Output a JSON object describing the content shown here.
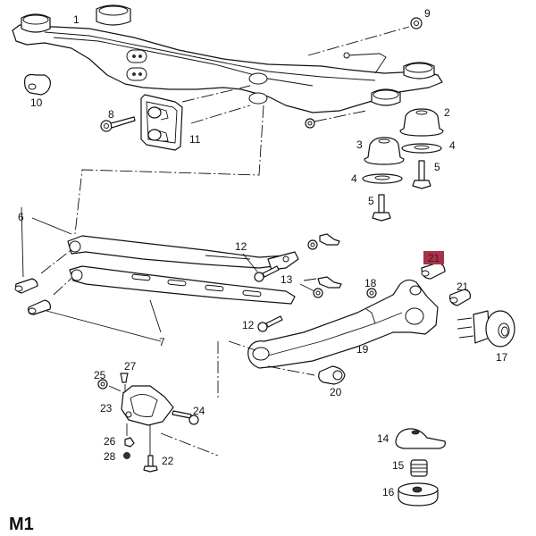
{
  "diagram": {
    "title": "M1",
    "highlight_color": "#a3344a",
    "callouts": [
      {
        "id": "1",
        "text": "1",
        "part": "rear-axle-crossmember"
      },
      {
        "id": "2",
        "text": "2",
        "part": "upper-mount-bushing"
      },
      {
        "id": "3",
        "text": "3",
        "part": "lower-mount-bushing"
      },
      {
        "id": "4a",
        "text": "4",
        "part": "washer-right"
      },
      {
        "id": "4b",
        "text": "4",
        "part": "washer-left"
      },
      {
        "id": "5a",
        "text": "5",
        "part": "bolt-right"
      },
      {
        "id": "5b",
        "text": "5",
        "part": "bolt-left"
      },
      {
        "id": "6",
        "text": "6",
        "part": "link-bushing"
      },
      {
        "id": "7",
        "text": "7",
        "part": "lower-control-arm"
      },
      {
        "id": "8",
        "text": "8",
        "part": "mount-bolt"
      },
      {
        "id": "9",
        "text": "9",
        "part": "nut"
      },
      {
        "id": "10",
        "text": "10",
        "part": "crossmember-bushing"
      },
      {
        "id": "11",
        "text": "11",
        "part": "mounting-plate"
      },
      {
        "id": "12a",
        "text": "12",
        "part": "arm-bolt-upper"
      },
      {
        "id": "12b",
        "text": "12",
        "part": "arm-bolt-lower"
      },
      {
        "id": "13",
        "text": "13",
        "part": "cam-washer-nut"
      },
      {
        "id": "14",
        "text": "14",
        "part": "spring-seat"
      },
      {
        "id": "15",
        "text": "15",
        "part": "bump-stop"
      },
      {
        "id": "16",
        "text": "16",
        "part": "spring-pad"
      },
      {
        "id": "17",
        "text": "17",
        "part": "wheel-hub"
      },
      {
        "id": "18",
        "text": "18",
        "part": "nut-small"
      },
      {
        "id": "19",
        "text": "19",
        "part": "trailing-arm"
      },
      {
        "id": "20",
        "text": "20",
        "part": "trailing-arm-bushing"
      },
      {
        "id": "21a",
        "text": "21",
        "part": "knuckle-bushing-highlighted",
        "highlighted": true
      },
      {
        "id": "21b",
        "text": "21",
        "part": "knuckle-bushing"
      },
      {
        "id": "22",
        "text": "22",
        "part": "bracket-bolt"
      },
      {
        "id": "23",
        "text": "23",
        "part": "mounting-bracket"
      },
      {
        "id": "24",
        "text": "24",
        "part": "bracket-through-bolt"
      },
      {
        "id": "25",
        "text": "25",
        "part": "bracket-nut"
      },
      {
        "id": "26",
        "text": "26",
        "part": "clip"
      },
      {
        "id": "27",
        "text": "27",
        "part": "screw"
      },
      {
        "id": "28",
        "text": "28",
        "part": "small-nut"
      }
    ]
  }
}
